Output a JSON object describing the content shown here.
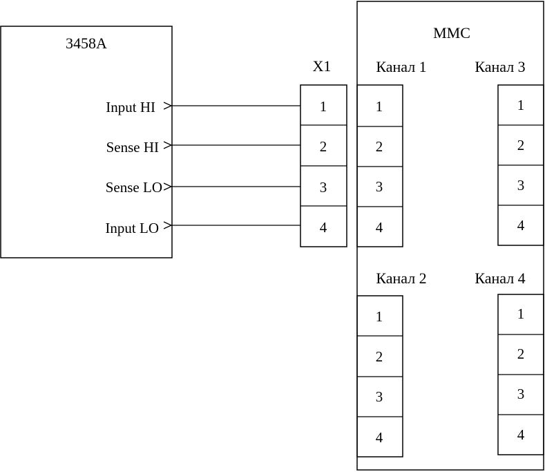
{
  "meter": {
    "title": "3458A",
    "terminals": [
      "Input HI",
      "Sense HI",
      "Sense LO",
      "Input LO"
    ]
  },
  "connector": {
    "title": "X1",
    "pins": [
      "1",
      "2",
      "3",
      "4"
    ]
  },
  "module": {
    "title": "MMC",
    "channels": [
      {
        "label": "Канал 1",
        "pins": [
          "1",
          "2",
          "3",
          "4"
        ]
      },
      {
        "label": "Канал 2",
        "pins": [
          "1",
          "2",
          "3",
          "4"
        ]
      },
      {
        "label": "Канал 3",
        "pins": [
          "1",
          "2",
          "3",
          "4"
        ]
      },
      {
        "label": "Канал 4",
        "pins": [
          "1",
          "2",
          "3",
          "4"
        ]
      }
    ]
  }
}
